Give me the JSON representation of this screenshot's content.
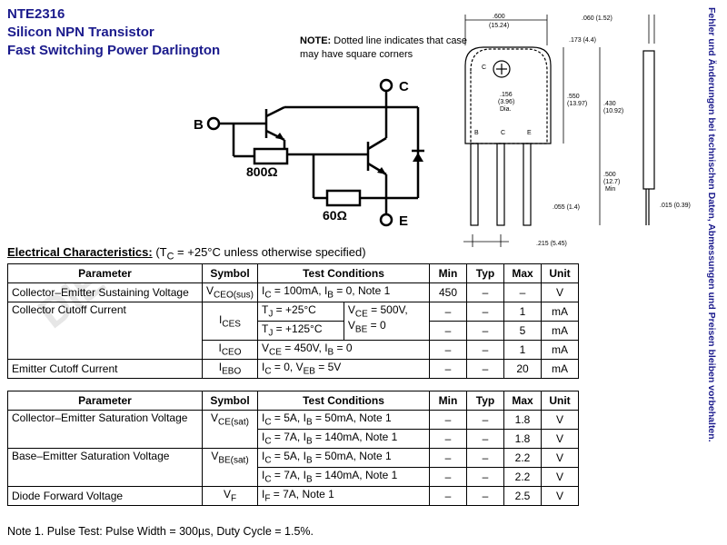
{
  "title": {
    "part": "NTE2316",
    "line2": "Silicon NPN Transistor",
    "line3": "Fast Switching Power Darlington"
  },
  "note": {
    "label": "NOTE:",
    "text": "Dotted line indicates that case may have square corners"
  },
  "side_text": "Fehler und Änderungen bei technischen Daten, Abmessungen und Preisen bleiben vorbehalten.",
  "watermark": "DIE",
  "schematic": {
    "terminal_b": "B",
    "terminal_c": "C",
    "terminal_e": "E",
    "resistor_1": "800Ω",
    "resistor_2": "60Ω"
  },
  "package": {
    "width": ".600",
    "width_mm": "(15.24)",
    "top_right_thk": ".060 (1.52)",
    "tab_thk": ".173 (4.4)",
    "hole_label": "C",
    "hole_dia": ".156",
    "hole_dia_mm": "(3.96)",
    "hole_note": "Dia.",
    "body_h": ".550",
    "body_h_mm": "(13.97)",
    "body_h2": ".430",
    "body_h2_mm": "(10.92)",
    "pin_b": "B",
    "pin_c": "C",
    "pin_e": "E",
    "lead_len": ".500",
    "lead_len_mm": "(12.7)",
    "lead_len_note": "Min",
    "lead_w": ".055 (1.4)",
    "lead_thk": ".015 (0.39)",
    "pitch": ".215 (5.45)"
  },
  "ec": {
    "heading": "Electrical Characteristics:",
    "cond": "(T",
    "cond_sub": "C",
    "cond_rest": " = +25°C unless otherwise specified)"
  },
  "table1": {
    "headers": [
      "Parameter",
      "Symbol",
      "Test Conditions",
      "Min",
      "Typ",
      "Max",
      "Unit"
    ],
    "r1": {
      "param": "Collector–Emitter Sustaining Voltage",
      "sym": "V",
      "sym_sub": "CEO(sus)",
      "cond": "I",
      "cond_text": "C = 100mA, I",
      "cond_text2": "B = 0,  Note 1",
      "min": "450",
      "typ": "–",
      "max": "–",
      "unit": "V"
    },
    "r2": {
      "param": "Collector Cutoff Current",
      "sym": "I",
      "sym_sub": "CES",
      "tj1": "T",
      "tj1_text": "J = +25°C",
      "vce": "V",
      "vce_text": "CE = 500V,",
      "vbe": "V",
      "vbe_text": "BE = 0",
      "min": "–",
      "typ": "–",
      "max": "1",
      "unit": "mA"
    },
    "r3": {
      "tj2": "T",
      "tj2_text": "J = +125°C",
      "min": "–",
      "typ": "–",
      "max": "5",
      "unit": "mA"
    },
    "r4": {
      "sym": "I",
      "sym_sub": "CEO",
      "cond": "V",
      "cond_text": "CE = 450V, I",
      "cond_text2": "B = 0",
      "min": "–",
      "typ": "–",
      "max": "1",
      "unit": "mA"
    },
    "r5": {
      "param": "Emitter Cutoff Current",
      "sym": "I",
      "sym_sub": "EBO",
      "cond": "I",
      "cond_text": "C = 0, V",
      "cond_text2": "EB = 5V",
      "min": "–",
      "typ": "–",
      "max": "20",
      "unit": "mA"
    }
  },
  "table2": {
    "headers": [
      "Parameter",
      "Symbol",
      "Test Conditions",
      "Min",
      "Typ",
      "Max",
      "Unit"
    ],
    "r1": {
      "param": "Collector–Emitter Saturation Voltage",
      "sym": "V",
      "sym_sub": "CE(sat)",
      "cond": "I",
      "cond_a": "C = 5A, I",
      "cond_b": "B = 50mA, Note 1",
      "min": "–",
      "typ": "–",
      "max": "1.8",
      "unit": "V"
    },
    "r2": {
      "cond": "I",
      "cond_a": "C = 7A, I",
      "cond_b": "B = 140mA, Note 1",
      "min": "–",
      "typ": "–",
      "max": "1.8",
      "unit": "V"
    },
    "r3": {
      "param": "Base–Emitter Saturation Voltage",
      "sym": "V",
      "sym_sub": "BE(sat)",
      "cond": "I",
      "cond_a": "C = 5A, I",
      "cond_b": "B = 50mA, Note 1",
      "min": "–",
      "typ": "–",
      "max": "2.2",
      "unit": "V"
    },
    "r4": {
      "cond": "I",
      "cond_a": "C = 7A, I",
      "cond_b": "B = 140mA, Note 1",
      "min": "–",
      "typ": "–",
      "max": "2.2",
      "unit": "V"
    },
    "r5": {
      "param": "Diode Forward Voltage",
      "sym": "V",
      "sym_sub": "F",
      "cond": "I",
      "cond_a": "F = 7A, Note 1",
      "min": "–",
      "typ": "–",
      "max": "2.5",
      "unit": "V"
    }
  },
  "footnote": "Note  1. Pulse Test:  Pulse Width = 300µs, Duty Cycle = 1.5%."
}
